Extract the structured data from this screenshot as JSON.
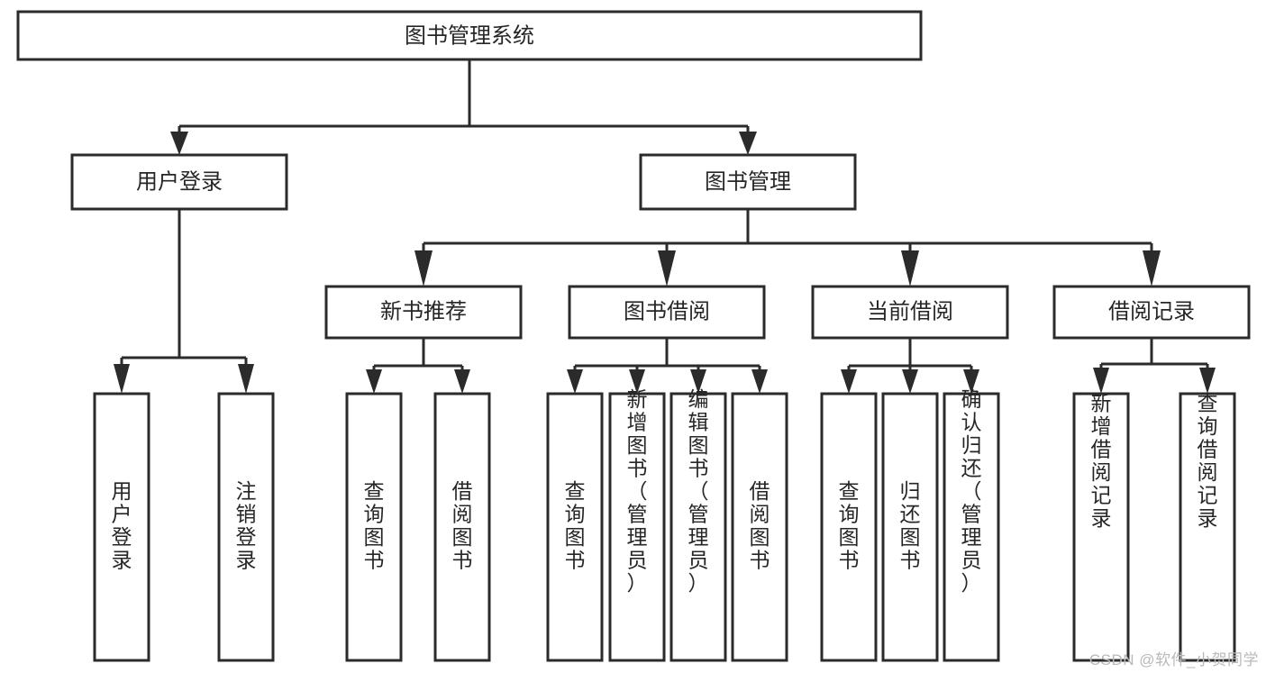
{
  "diagram": {
    "type": "tree",
    "title": "图书管理系统",
    "watermark": "CSDN @软件_小贺同学",
    "colors": {
      "box_stroke": "#2b2b2b",
      "box_fill": "#ffffff",
      "text": "#262626",
      "connector": "#2b2b2b",
      "watermark": "#b9b9b9",
      "background": "#ffffff"
    },
    "root": {
      "label": "图书管理系统"
    },
    "level2": [
      {
        "label": "用户登录"
      },
      {
        "label": "图书管理"
      }
    ],
    "level3": [
      {
        "label": "新书推荐"
      },
      {
        "label": "图书借阅"
      },
      {
        "label": "当前借阅"
      },
      {
        "label": "借阅记录"
      }
    ],
    "leaves": {
      "user_login": [
        {
          "label": "用户登录"
        },
        {
          "label": "注销登录"
        }
      ],
      "new_book_recommend": [
        {
          "label": "查询图书"
        },
        {
          "label": "借阅图书"
        }
      ],
      "book_borrow": [
        {
          "label": "查询图书"
        },
        {
          "label": "新增图书（管理员）"
        },
        {
          "label": "编辑图书（管理员）"
        },
        {
          "label": "借阅图书"
        }
      ],
      "current_borrow": [
        {
          "label": "查询图书"
        },
        {
          "label": "归还图书"
        },
        {
          "label": "确认归还（管理员）"
        }
      ],
      "borrow_record": [
        {
          "label": "新增借阅记录"
        },
        {
          "label": "查询借阅记录"
        }
      ]
    }
  }
}
